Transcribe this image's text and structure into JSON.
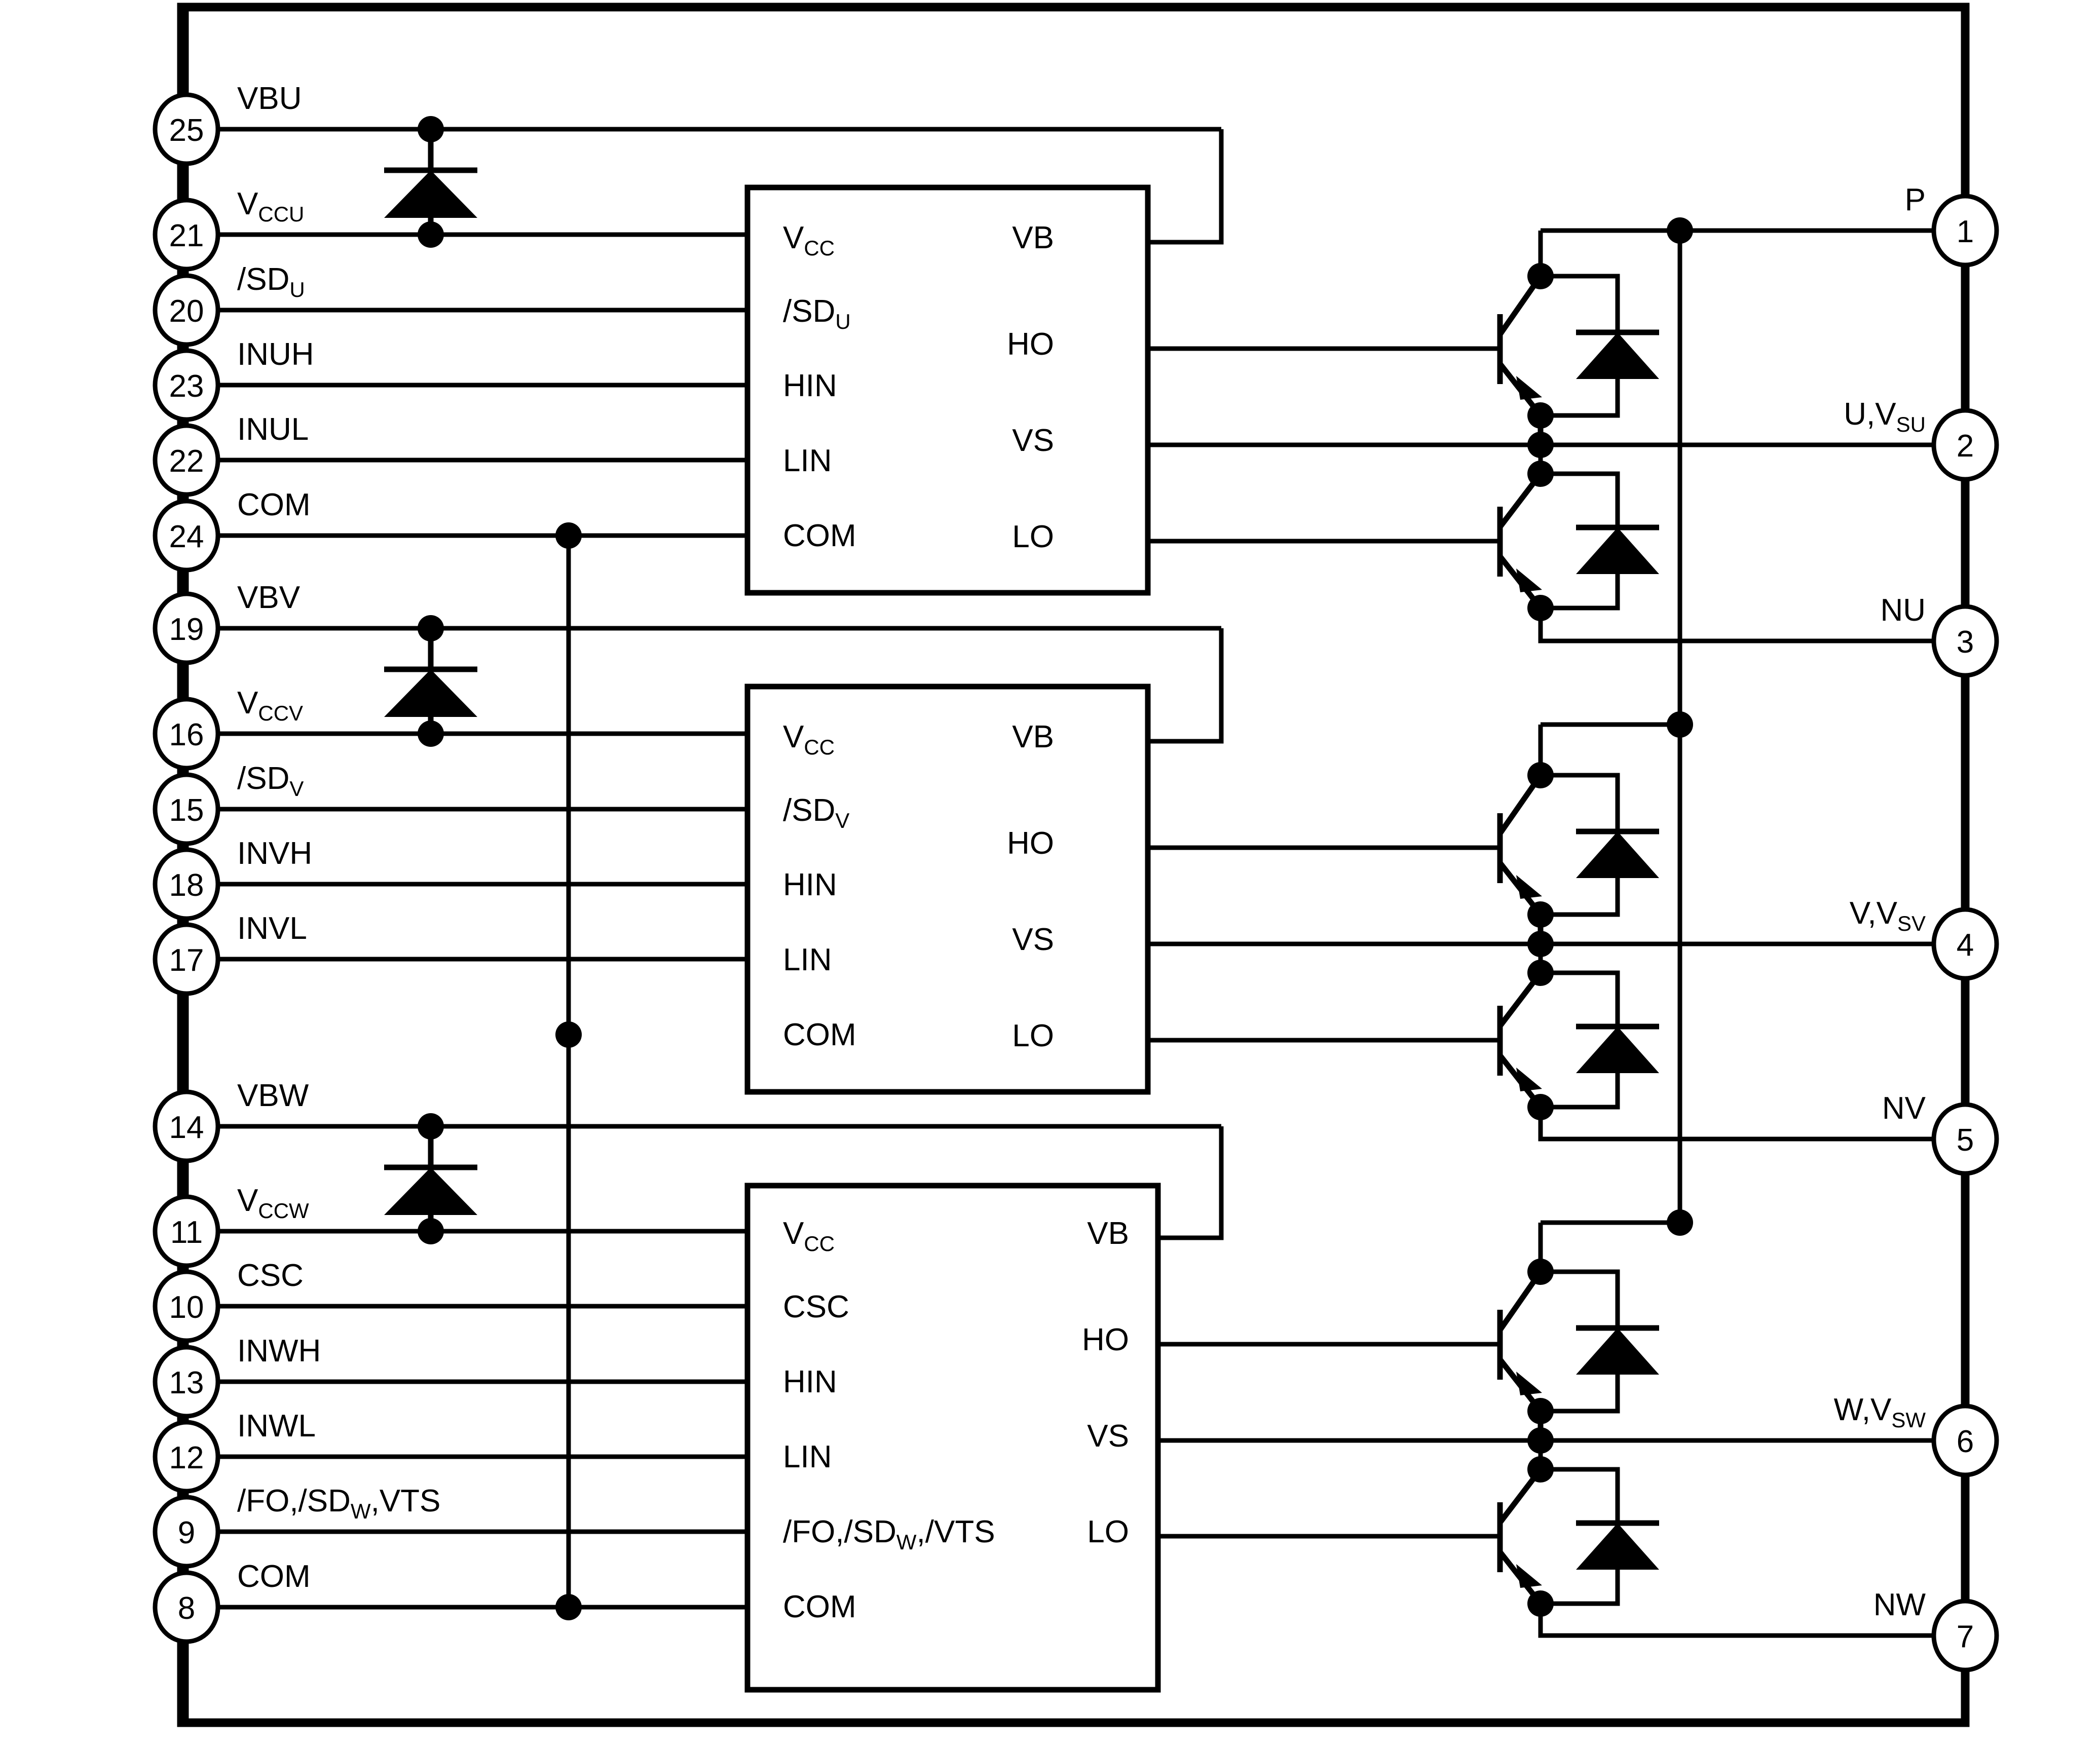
{
  "diagram": {
    "title": "Three-phase IPM internal block schematic",
    "colors": {
      "line": "#000000",
      "background": "#ffffff"
    }
  },
  "left_pins": [
    {
      "num": "25",
      "label": "VBU",
      "sub": ""
    },
    {
      "num": "21",
      "label": "V",
      "sub": "CCU"
    },
    {
      "num": "20",
      "label": "/SD",
      "sub": "U"
    },
    {
      "num": "23",
      "label": "INUH",
      "sub": ""
    },
    {
      "num": "22",
      "label": "INUL",
      "sub": ""
    },
    {
      "num": "24",
      "label": "COM",
      "sub": ""
    },
    {
      "num": "19",
      "label": "VBV",
      "sub": ""
    },
    {
      "num": "16",
      "label": "V",
      "sub": "CCV"
    },
    {
      "num": "15",
      "label": "/SD",
      "sub": "V"
    },
    {
      "num": "18",
      "label": "INVH",
      "sub": ""
    },
    {
      "num": "17",
      "label": "INVL",
      "sub": ""
    },
    {
      "num": "14",
      "label": "VBW",
      "sub": ""
    },
    {
      "num": "11",
      "label": "V",
      "sub": "CCW"
    },
    {
      "num": "10",
      "label": "CSC",
      "sub": ""
    },
    {
      "num": "13",
      "label": "INWH",
      "sub": ""
    },
    {
      "num": "12",
      "label": "INWL",
      "sub": ""
    },
    {
      "num": "9",
      "label": "/FO,/SD",
      "sub": "W",
      "label2": ",VTS"
    },
    {
      "num": "8",
      "label": "COM",
      "sub": ""
    }
  ],
  "right_pins": [
    {
      "num": "1",
      "label": "P",
      "sub": ""
    },
    {
      "num": "2",
      "label": "U,V",
      "sub": "SU"
    },
    {
      "num": "3",
      "label": "NU",
      "sub": ""
    },
    {
      "num": "4",
      "label": "V,V",
      "sub": "SV"
    },
    {
      "num": "5",
      "label": "NV",
      "sub": ""
    },
    {
      "num": "6",
      "label": "W,V",
      "sub": "SW"
    },
    {
      "num": "7",
      "label": "NW",
      "sub": ""
    }
  ],
  "ic_blocks": [
    {
      "name": "u-phase-driver",
      "left_labels": [
        {
          "text": "V",
          "sub": "CC"
        },
        {
          "text": "/SD",
          "sub": "U"
        },
        {
          "text": "HIN",
          "sub": ""
        },
        {
          "text": "LIN",
          "sub": ""
        },
        {
          "text": "COM",
          "sub": ""
        }
      ],
      "right_labels": [
        {
          "text": "VB",
          "sub": ""
        },
        {
          "text": "HO",
          "sub": ""
        },
        {
          "text": "VS",
          "sub": ""
        },
        {
          "text": "LO",
          "sub": ""
        }
      ]
    },
    {
      "name": "v-phase-driver",
      "left_labels": [
        {
          "text": "V",
          "sub": "CC"
        },
        {
          "text": "/SD",
          "sub": "V"
        },
        {
          "text": "HIN",
          "sub": ""
        },
        {
          "text": "LIN",
          "sub": ""
        },
        {
          "text": "COM",
          "sub": ""
        }
      ],
      "right_labels": [
        {
          "text": "VB",
          "sub": ""
        },
        {
          "text": "HO",
          "sub": ""
        },
        {
          "text": "VS",
          "sub": ""
        },
        {
          "text": "LO",
          "sub": ""
        }
      ]
    },
    {
      "name": "w-phase-driver",
      "left_labels": [
        {
          "text": "V",
          "sub": "CC"
        },
        {
          "text": "CSC",
          "sub": ""
        },
        {
          "text": "HIN",
          "sub": ""
        },
        {
          "text": "LIN",
          "sub": ""
        },
        {
          "text": "/FO,/SD",
          "sub": "W",
          "text2": ",/VTS"
        },
        {
          "text": "COM",
          "sub": ""
        }
      ],
      "right_labels": [
        {
          "text": "VB",
          "sub": ""
        },
        {
          "text": "HO",
          "sub": ""
        },
        {
          "text": "VS",
          "sub": ""
        },
        {
          "text": "LO",
          "sub": ""
        }
      ]
    }
  ],
  "components": {
    "bootstrap_diodes": [
      {
        "name": "bootstrap-diode-u"
      },
      {
        "name": "bootstrap-diode-v"
      },
      {
        "name": "bootstrap-diode-w"
      }
    ],
    "igbts": [
      {
        "name": "igbt-u-high"
      },
      {
        "name": "igbt-u-low"
      },
      {
        "name": "igbt-v-high"
      },
      {
        "name": "igbt-v-low"
      },
      {
        "name": "igbt-w-high"
      },
      {
        "name": "igbt-w-low"
      }
    ],
    "freewheel_diodes": [
      {
        "name": "freewheel-diode-u-high"
      },
      {
        "name": "freewheel-diode-u-low"
      },
      {
        "name": "freewheel-diode-v-high"
      },
      {
        "name": "freewheel-diode-v-low"
      },
      {
        "name": "freewheel-diode-w-high"
      },
      {
        "name": "freewheel-diode-w-low"
      }
    ]
  }
}
